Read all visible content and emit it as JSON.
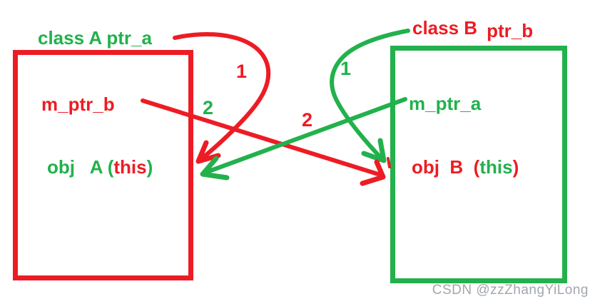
{
  "colors": {
    "red": "#ED1C24",
    "green": "#22B14C",
    "gray": "#A2A7AD",
    "bg": "#FFFFFF"
  },
  "left_box": {
    "title": "class A ptr_a",
    "member": "m_ptr_b",
    "obj_prefix": "obj   A (",
    "obj_this": "this",
    "obj_suffix": ")"
  },
  "right_box": {
    "title_class": "class B",
    "title_ptr": "ptr_b",
    "member": "m_ptr_a",
    "obj_prefix": "obj  B  (",
    "obj_this": "this",
    "obj_suffix": ")"
  },
  "arrows": {
    "red_curve": {
      "step": "1",
      "from": "class A ptr_a",
      "to": "obj A"
    },
    "green_curve": {
      "step": "1",
      "from": "class B ptr_b",
      "to": "obj B"
    },
    "green_line": {
      "step": "2",
      "from": "m_ptr_a",
      "to": "obj A"
    },
    "red_line": {
      "step": "2",
      "from": "m_ptr_b",
      "to": "obj B"
    }
  },
  "watermark": "CSDN @zzZhangYiLong"
}
